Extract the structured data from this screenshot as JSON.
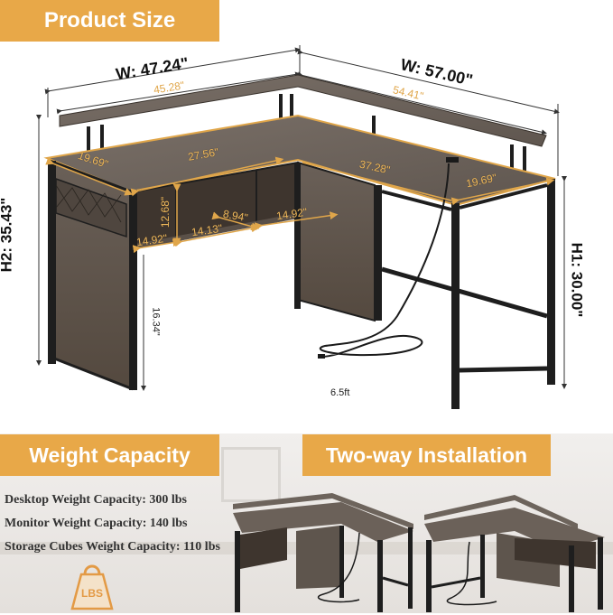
{
  "product_size": {
    "title": "Product Size",
    "dimensions": {
      "left_width_outer": "W: 47.24\"",
      "left_width_shelf": "45.28\"",
      "right_width_outer": "W: 57.00\"",
      "right_width_shelf": "54.41\"",
      "left_depth": "19.69\"",
      "left_inner_length": "27.56\"",
      "right_inner_length": "37.28\"",
      "right_depth": "19.69\"",
      "cube_height": "12.68\"",
      "cube_width_left": "14.92\"",
      "cube_width_mid": "14.13\"",
      "cube_depth": "8.94\"",
      "cube_width_right": "14.92\"",
      "height_left": "H2: 35.43\"",
      "height_right": "H1: 30.00\"",
      "clearance": "16.34\"",
      "cord_length": "6.5ft"
    }
  },
  "weight_capacity": {
    "title": "Weight Capacity",
    "lines": [
      "Desktop Weight Capacity: 300 lbs",
      "Monitor Weight Capacity: 140 lbs",
      "Storage Cubes Weight Capacity: 110 lbs"
    ],
    "icon_label": "LBS"
  },
  "installation": {
    "title": "Two-way Installation"
  },
  "colors": {
    "accent": "#e8a848",
    "dimension_gold": "#e0a64a",
    "wood": "#6b6159",
    "frame": "#222222"
  }
}
